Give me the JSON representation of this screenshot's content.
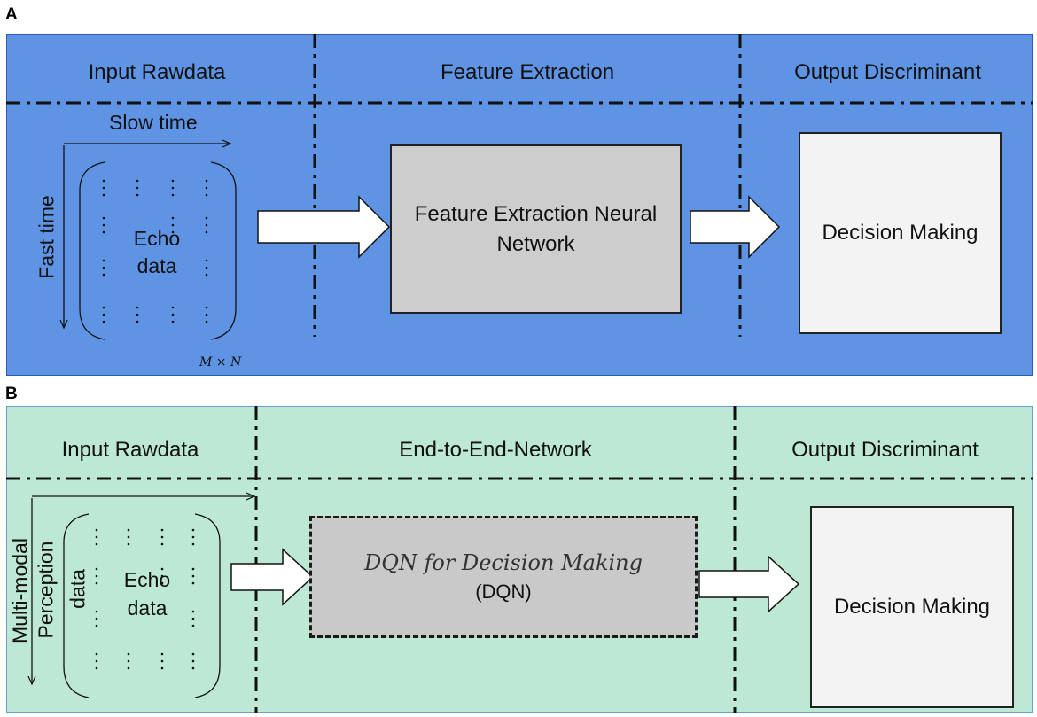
{
  "panel_a": {
    "letter": "A",
    "headers": [
      "Input Rawdata",
      "Feature Extraction",
      "Output Discriminant"
    ],
    "slow_time": "Slow time",
    "fast_time": "Fast time",
    "echo_line1": "Echo",
    "echo_line2": "data",
    "matrix_size": "M × N",
    "nn_line1": "Feature Extraction Neural",
    "nn_line2": "Network",
    "decision": "Decision Making",
    "colors": {
      "background": "#5f93e4",
      "feature_box": "#cdcdcd",
      "decision_box": "#f3f3f3"
    }
  },
  "panel_b": {
    "letter": "B",
    "headers": [
      "Input Rawdata",
      "End-to-End-Network",
      "Output Discriminant"
    ],
    "axis_line1": "Multi-modal",
    "axis_line2": "Perception",
    "axis_line3": "data",
    "echo_line1": "Echo",
    "echo_line2": "data",
    "dqn_title": "DQN for Decision Making",
    "dqn_sub": "(DQN)",
    "decision": "Decision Making",
    "colors": {
      "background": "#bde8d4",
      "dqn_box": "#c9c9c9",
      "decision_box": "#f3f3f3"
    }
  }
}
